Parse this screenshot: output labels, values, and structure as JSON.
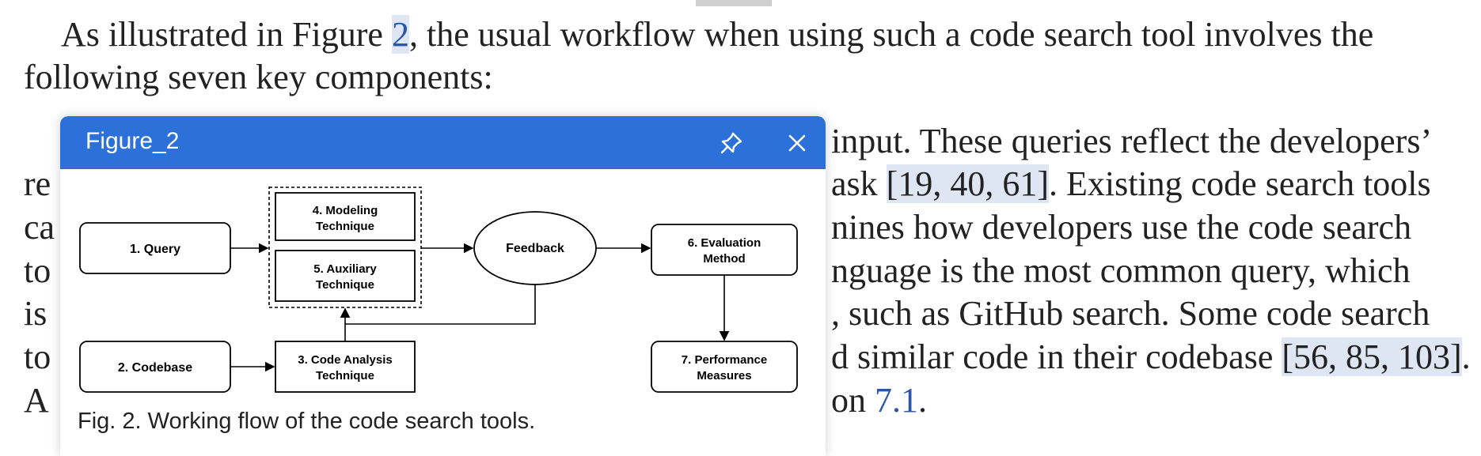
{
  "document": {
    "para1_line1_before": "As illustrated in Figure ",
    "para1_fig_ref": "2",
    "para1_line1_after": ", the usual workflow when using such a code search tool involves the",
    "para1_line2": "following seven key components:",
    "right_lines": [
      "input. These queries reflect the developers’",
      "ask ",
      "nines how developers use the code search",
      "nguage is the most common query, which",
      ", such as GitHub search. Some code search",
      "d similar code in their codebase ",
      "on "
    ],
    "refs_line2": [
      "19",
      "40",
      "61"
    ],
    "line2_tail": ". Existing code search tools",
    "refs_line6": [
      "56",
      "85",
      "103"
    ],
    "line6_tail": ".",
    "section_ref": "7.1",
    "section_tail": ".",
    "left_fragments": [
      "re",
      "ca",
      "to",
      "is",
      "to",
      "A"
    ]
  },
  "popup": {
    "title": "Figure_2",
    "pin_icon": "pin-icon",
    "close_icon": "close-icon",
    "caption": "Fig. 2. Working flow of the code search tools."
  },
  "diagram": {
    "nodes": {
      "query": "1. Query",
      "codebase": "2. Codebase",
      "code_analysis": [
        "3. Code Analysis",
        "Technique"
      ],
      "modeling": [
        "4. Modeling",
        "Technique"
      ],
      "auxiliary": [
        "5. Auxiliary",
        "Technique"
      ],
      "feedback": "Feedback",
      "evaluation": [
        "6. Evaluation",
        "Method"
      ],
      "performance": [
        "7. Performance",
        "Measures"
      ]
    }
  },
  "colors": {
    "header": "#2b71d9",
    "reference": "#2b57a9",
    "reference_highlight": "#dfe6f3"
  }
}
